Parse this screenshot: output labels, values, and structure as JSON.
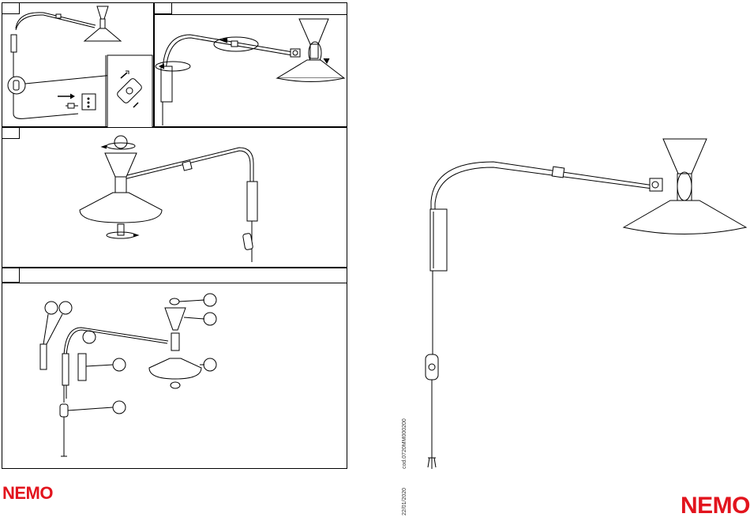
{
  "brand": {
    "name": "NEMO",
    "color": "#e2141d"
  },
  "doc": {
    "code": "cod.0720MM000200",
    "date": "22/01/2020"
  },
  "icons": [
    "outlet-icon",
    "switch-icon",
    "rotate-arrow-icon",
    "bulb-icon",
    "lamp-icon"
  ]
}
